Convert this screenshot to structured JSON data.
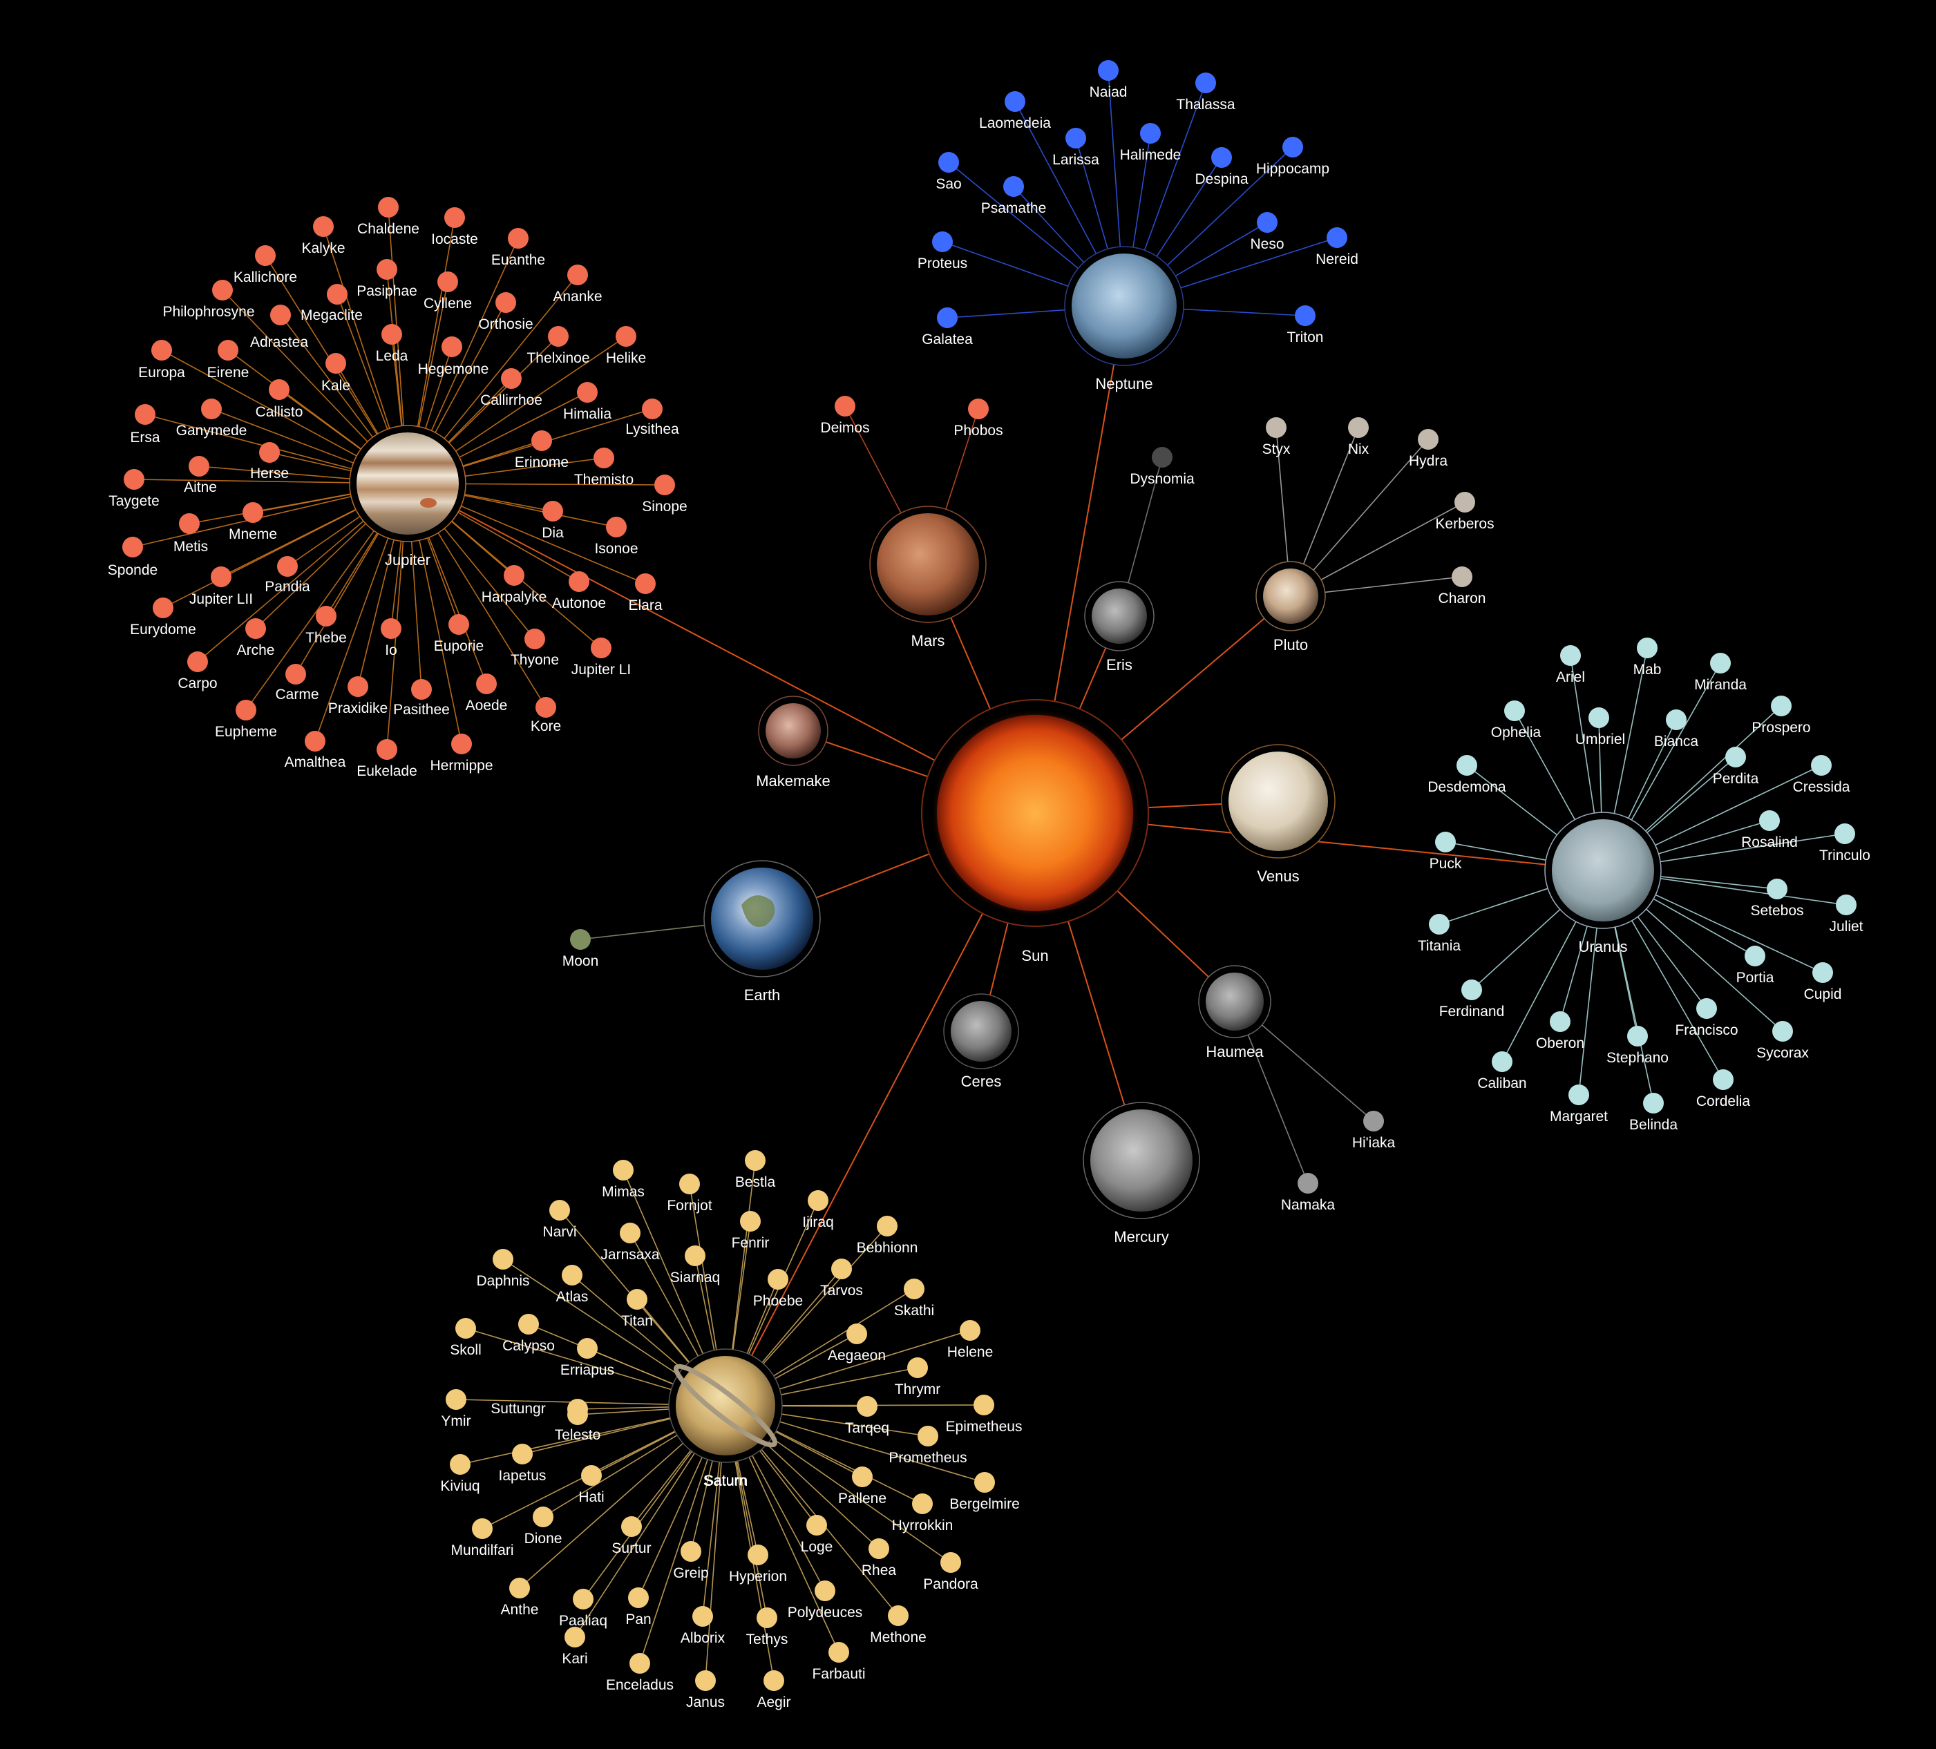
{
  "colors": {
    "background": "#000000",
    "jupiter_moon": "#f26c4f",
    "saturn_moon": "#f2cc7b",
    "uranus_moon": "#b9e3e3",
    "neptune_moon": "#3d6bff",
    "mars_moon": "#f26c4f",
    "pluto_moon": "#c2b8ac",
    "sun_link": "#d8521a",
    "gray_moon": "#9a9a9a",
    "moon_moon": "#7f8f5f",
    "label": "#ffffff"
  },
  "sun": {
    "name": "Sun",
    "icon": "sun-photo-icon"
  },
  "bodies": [
    {
      "name": "Jupiter",
      "icon": "jupiter-photo-icon"
    },
    {
      "name": "Saturn",
      "icon": "saturn-photo-icon"
    },
    {
      "name": "Uranus",
      "icon": "uranus-photo-icon"
    },
    {
      "name": "Neptune",
      "icon": "neptune-photo-icon"
    },
    {
      "name": "Mars",
      "icon": "mars-photo-icon"
    },
    {
      "name": "Earth",
      "icon": "earth-photo-icon"
    },
    {
      "name": "Venus",
      "icon": "venus-photo-icon"
    },
    {
      "name": "Mercury",
      "icon": "mercury-photo-icon"
    },
    {
      "name": "Pluto",
      "icon": "pluto-photo-icon"
    },
    {
      "name": "Eris",
      "icon": "eris-photo-icon"
    },
    {
      "name": "Makemake",
      "icon": "makemake-photo-icon"
    },
    {
      "name": "Haumea",
      "icon": "haumea-photo-icon"
    },
    {
      "name": "Ceres",
      "icon": "ceres-photo-icon"
    }
  ],
  "moons": {
    "Jupiter": [
      "Chaldene",
      "Iocaste",
      "Kalyke",
      "Euanthe",
      "Kallichore",
      "Pasiphae",
      "Cyllene",
      "Ananke",
      "Philophrosyne",
      "Megaclite",
      "Orthosie",
      "Adrastea",
      "Helike",
      "Thelxinoe",
      "Leda",
      "Europa",
      "Eirene",
      "Hegemone",
      "Kale",
      "Callirrhoe",
      "Callisto",
      "Himalia",
      "Ganymede",
      "Lysithea",
      "Ersa",
      "Erinome",
      "Herse",
      "Themisto",
      "Aitne",
      "Taygete",
      "Sinope",
      "Mneme",
      "Dia",
      "Metis",
      "Isonoe",
      "Sponde",
      "Pandia",
      "Jupiter LII",
      "Harpalyke",
      "Autonoe",
      "Elara",
      "Eurydome",
      "Thebe",
      "Arche",
      "Io",
      "Euporie",
      "Thyone",
      "Jupiter LI",
      "Carpo",
      "Carme",
      "Praxidike",
      "Pasithee",
      "Aoede",
      "Kore",
      "Eupheme",
      "Amalthea",
      "Eukelade",
      "Hermippe"
    ],
    "Saturn": [
      "Bestla",
      "Mimas",
      "Fornjot",
      "Ijiraq",
      "Narvi",
      "Fenrir",
      "Bebhionn",
      "Jarnsaxa",
      "Daphnis",
      "Siarnaq",
      "Tarvos",
      "Atlas",
      "Phoebe",
      "Skathi",
      "Titan",
      "Helene",
      "Skoll",
      "Calypso",
      "Aegaeon",
      "Erriapus",
      "Thrymr",
      "Suttungr",
      "Ymir",
      "Epimetheus",
      "Telesto",
      "Tarqeq",
      "Prometheus",
      "Iapetus",
      "Kiviuq",
      "Hati",
      "Pallene",
      "Bergelmire",
      "Saturn",
      "Dione",
      "Hyrrokkin",
      "Mundilfari",
      "Surtur",
      "Loge",
      "Rhea",
      "Greip",
      "Hyperion",
      "Pandora",
      "Anthe",
      "Paaliaq",
      "Polydeuces",
      "Pan",
      "Methone",
      "Alborix",
      "Tethys",
      "Kari",
      "Farbauti",
      "Enceladus",
      "Janus",
      "Aegir"
    ],
    "Uranus": [
      "Ariel",
      "Mab",
      "Miranda",
      "Ophelia",
      "Umbriel",
      "Bianca",
      "Prospero",
      "Desdemona",
      "Perdita",
      "Cressida",
      "Rosalind",
      "Trinculo",
      "Puck",
      "Setebos",
      "Juliet",
      "Titania",
      "Portia",
      "Cupid",
      "Ferdinand",
      "Francisco",
      "Oberon",
      "Sycorax",
      "Stephano",
      "Caliban",
      "Cordelia",
      "Margaret",
      "Belinda"
    ],
    "Neptune": [
      "Naiad",
      "Thalassa",
      "Laomedeia",
      "Larissa",
      "Halimede",
      "Despina",
      "Hippocamp",
      "Sao",
      "Psamathe",
      "Proteus",
      "Neso",
      "Nereid",
      "Galatea",
      "Triton"
    ],
    "Mars": [
      "Deimos",
      "Phobos"
    ],
    "Earth": [
      "Moon"
    ],
    "Pluto": [
      "Styx",
      "Nix",
      "Hydra",
      "Kerberos",
      "Charon"
    ],
    "Eris": [
      "Dysnomia"
    ],
    "Haumea": [
      "Hi'iaka",
      "Namaka"
    ]
  }
}
